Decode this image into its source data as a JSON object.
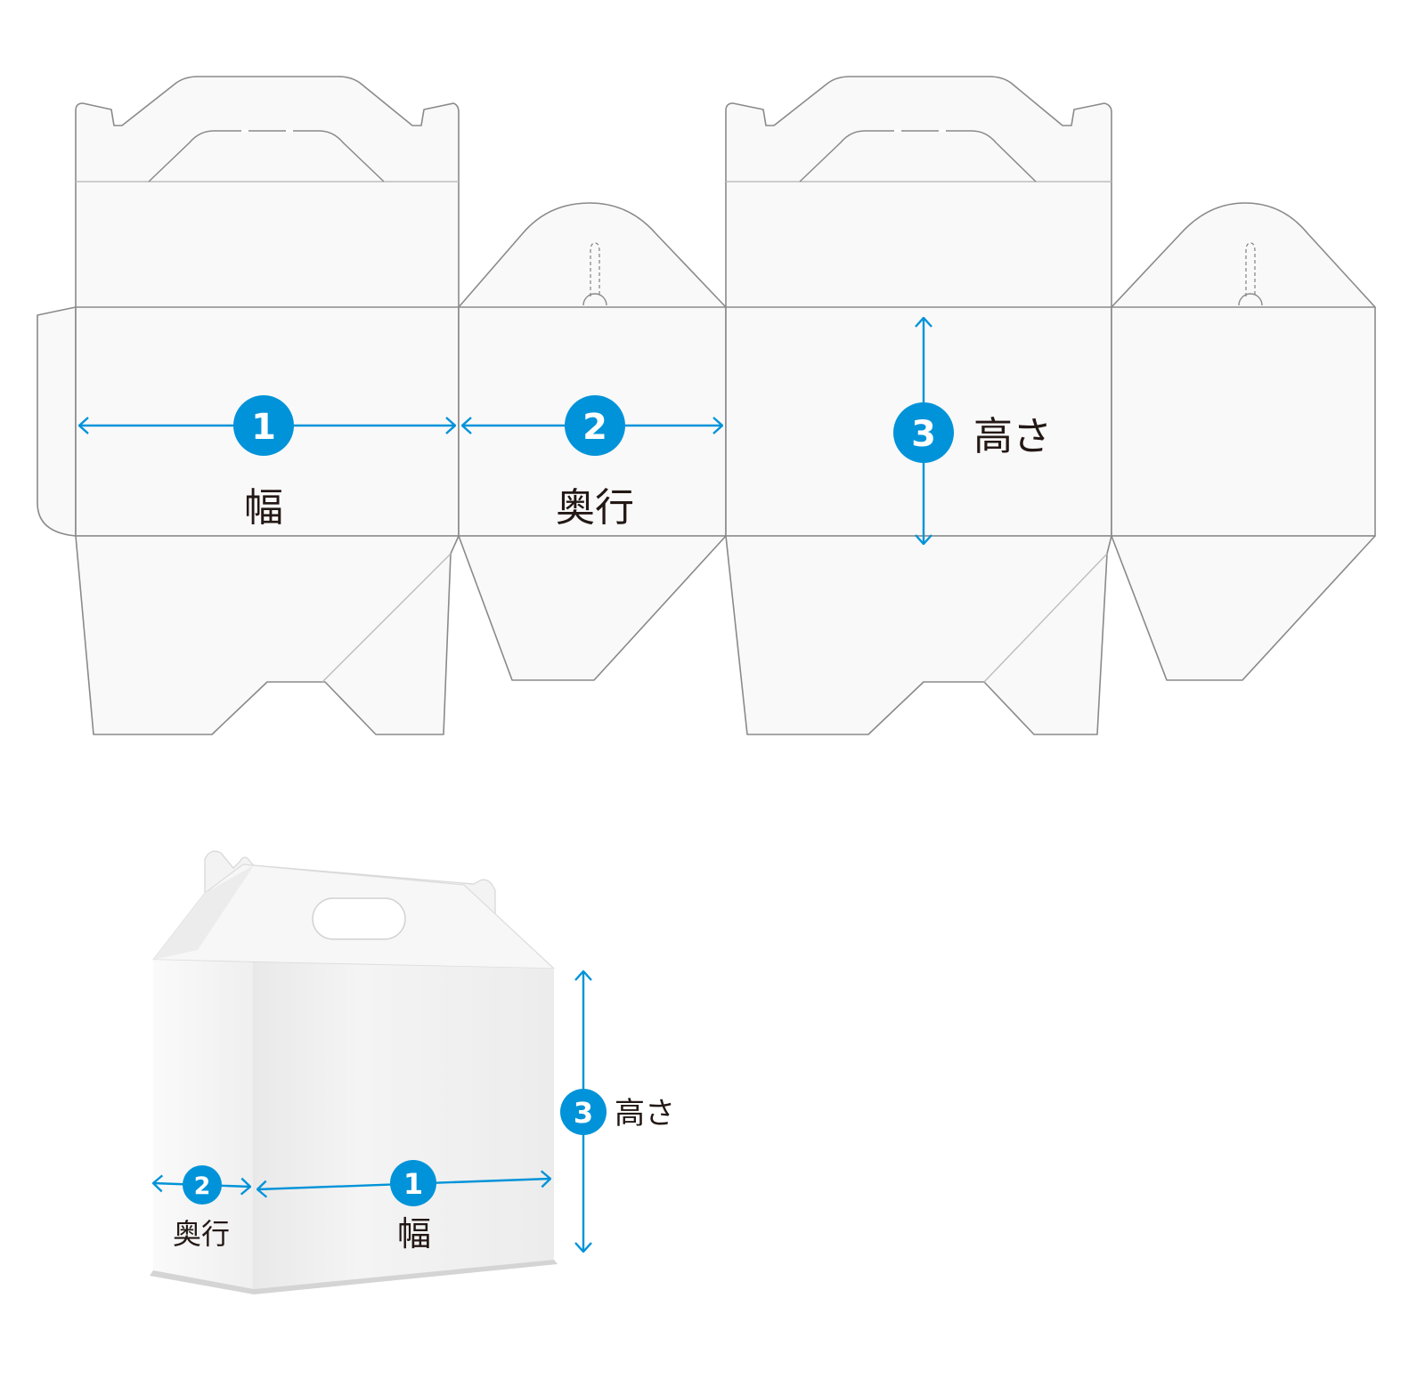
{
  "colors": {
    "accent": "#0093d9",
    "panel_fill": "#f9f9f9",
    "panel_stroke": "#8a8a8a",
    "fold_line": "#bdbdbd",
    "text": "#231815"
  },
  "dimensions": [
    {
      "number": "1",
      "label": "幅"
    },
    {
      "number": "2",
      "label": "奥行"
    },
    {
      "number": "3",
      "label": "高さ"
    }
  ]
}
